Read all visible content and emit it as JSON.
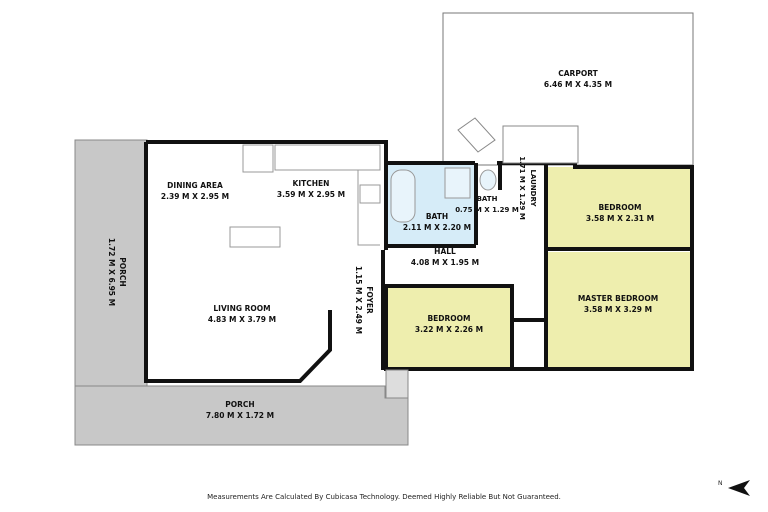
{
  "rooms": {
    "carport": {
      "name": "CARPORT",
      "size": "6.46 M X 4.35 M"
    },
    "dining": {
      "name": "DINING AREA",
      "size": "2.39 M X 2.95 M"
    },
    "kitchen": {
      "name": "KITCHEN",
      "size": "3.59 M X 2.95 M"
    },
    "bath1": {
      "name": "BATH",
      "size": "2.11 M X 2.20 M"
    },
    "bath2": {
      "name": "BATH",
      "size": "0.75 M X 1.29 M"
    },
    "laundry": {
      "name": "LAUNDRY",
      "size": "1.71 M X 1.29 M"
    },
    "bedroom1": {
      "name": "BEDROOM",
      "size": "3.58 M X 2.31 M"
    },
    "hall": {
      "name": "HALL",
      "size": "4.08 M X 1.95 M"
    },
    "porch_side": {
      "name": "PORCH",
      "size": "1.72 M X 6.95 M"
    },
    "foyer": {
      "name": "FOYER",
      "size": "1.15 M X 2.49 M"
    },
    "living": {
      "name": "LIVING ROOM",
      "size": "4.83 M X 3.79 M"
    },
    "bedroom2": {
      "name": "BEDROOM",
      "size": "3.22 M X 2.26 M"
    },
    "master": {
      "name": "MASTER BEDROOM",
      "size": "3.58 M X 3.29 M"
    },
    "porch_front": {
      "name": "PORCH",
      "size": "7.80 M X 1.72 M"
    }
  },
  "disclaimer": "Measurements Are Calculated By Cubicasa Technology. Deemed Highly Reliable But Not Guaranteed.",
  "compass": {
    "label": "N",
    "icon": "north-arrow-icon"
  },
  "colors": {
    "bedroom": "#eeeeae",
    "bath": "#d6ecf8",
    "porch": "#c8c8c8",
    "wall": "#111111"
  }
}
